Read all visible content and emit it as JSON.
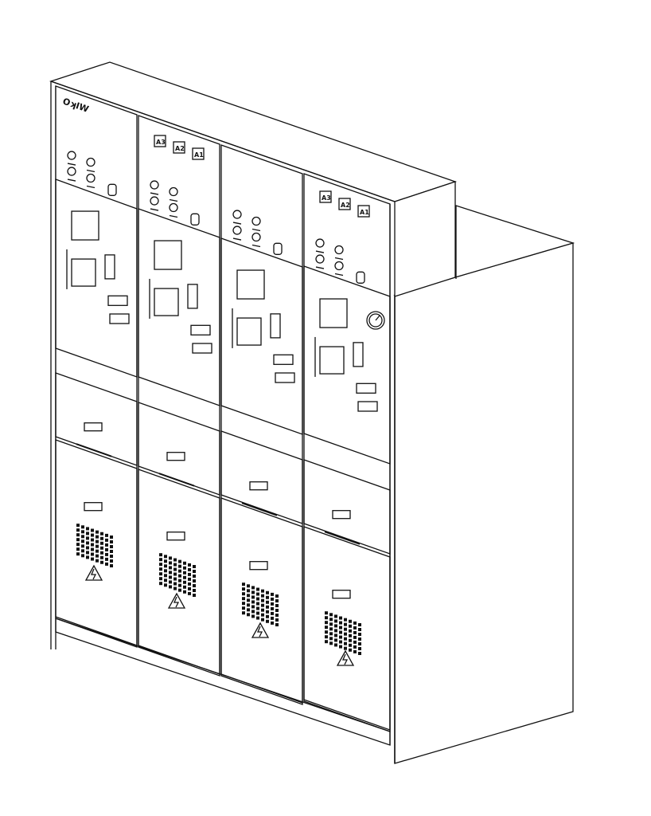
{
  "drawing": {
    "brand_label": "OʞIW",
    "ammeter_labels": [
      "A3",
      "A2",
      "A1"
    ],
    "colors": {
      "line": "#111111",
      "background": "#ffffff"
    },
    "icons": [
      "high-voltage-warning-icon",
      "rotary-switch-icon",
      "indicator-lamp-icon",
      "pressure-gauge-icon",
      "vent-grille-icon",
      "earthing-symbol-icon"
    ]
  }
}
